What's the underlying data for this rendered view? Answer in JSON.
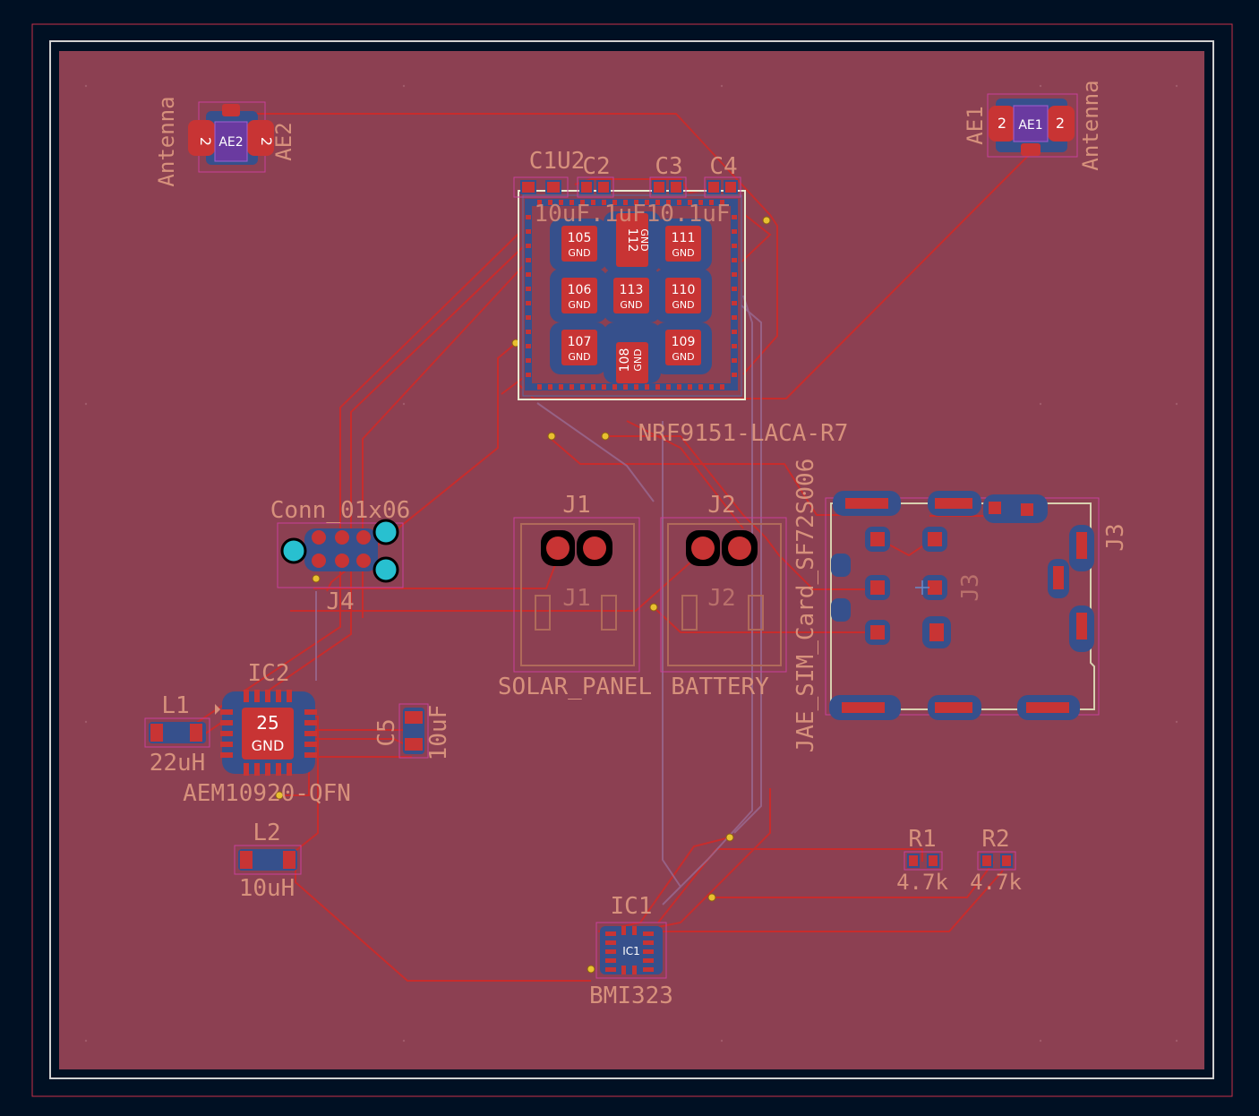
{
  "colors": {
    "background": "#001023",
    "board_fill": "#8c4052",
    "copper_pad": "#c83434",
    "back_pad": "#36508c",
    "trace": "#c82c2c",
    "edge": "#d0d0d0",
    "silk": "#d7917c",
    "via": "#e8c030",
    "thru_pad": "#28c0d0"
  },
  "labels": {
    "ae1_ref": "AE1",
    "ae1_val": "Antenna",
    "ae1_pad": "AE1",
    "ae2_ref": "AE2",
    "ae2_val": "Antenna",
    "ae2_pad": "AE2",
    "ae_pin": "2",
    "u2_refs": "C1U2",
    "c2_ref": "C2",
    "c3_ref": "C3",
    "c4_ref": "C4",
    "cap_values": "10uF.1uF10.1uF",
    "u2_val": "NRF9151-LACA-R7",
    "j1_ref": "J1",
    "j1_val": "SOLAR_PANEL",
    "j1_back": "J1",
    "j2_ref": "J2",
    "j2_val": "BATTERY",
    "j2_back": "J2",
    "j3_ref": "J3",
    "j3_val": "JAE_SIM_Card_SF72S006",
    "j3_back": "J3",
    "j4_ref": "J4",
    "j4_val": "Conn_01x06",
    "ic2_ref": "IC2",
    "ic2_val": "AEM10920-QFN",
    "ic2_pad": "25",
    "gnd": "GND",
    "l1_ref": "L1",
    "l1_val": "22uH",
    "l2_ref": "L2",
    "l2_val": "10uH",
    "c5_ref": "C5",
    "c5_val": "10uF",
    "r1_ref": "R1",
    "r1_val": "4.7k",
    "r2_ref": "R2",
    "r2_val": "4.7k",
    "ic1_ref": "IC1",
    "ic1_val": "BMI323",
    "ic1_pad": "IC1"
  },
  "nrf_pads": [
    {
      "num": "105",
      "net": "GND"
    },
    {
      "num": "112",
      "net": "GND"
    },
    {
      "num": "111",
      "net": "GND"
    },
    {
      "num": "106",
      "net": "GND"
    },
    {
      "num": "113",
      "net": "GND"
    },
    {
      "num": "110",
      "net": "GND"
    },
    {
      "num": "107",
      "net": "GND"
    },
    {
      "num": "108",
      "net": "GND"
    },
    {
      "num": "109",
      "net": "GND"
    }
  ]
}
